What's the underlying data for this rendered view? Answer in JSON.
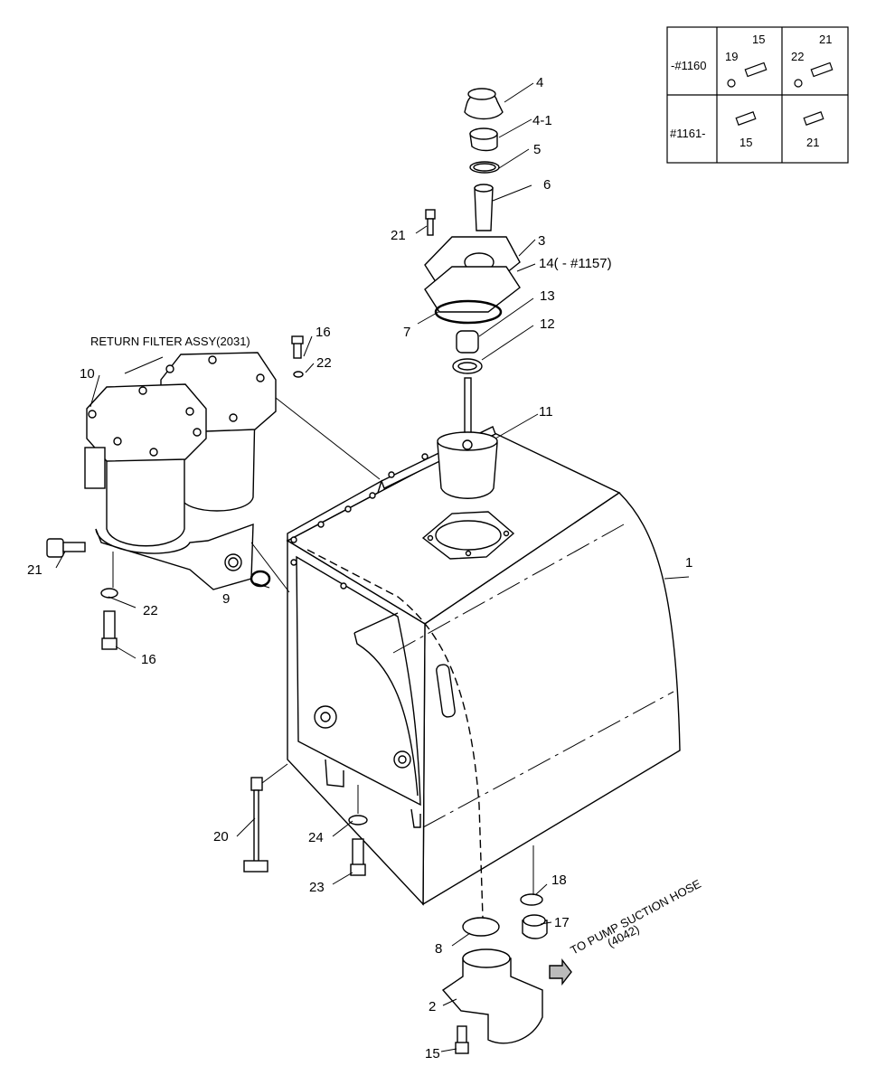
{
  "title": "RETURN FILTER ASSY(2031)",
  "side_note": {
    "line1": "TO PUMP SUCTION HOSE",
    "line2": "(4042)"
  },
  "table": {
    "row1_serial": "-#1160",
    "row2_serial": "#1161-",
    "row1_cell1": [
      "19",
      "15"
    ],
    "row1_cell2": [
      "22",
      "21"
    ],
    "row2_cell1": "15",
    "row2_cell2": "21"
  },
  "callouts": {
    "c1": "1",
    "c2": "2",
    "c3": "3",
    "c4": "4",
    "c4_1": "4-1",
    "c5": "5",
    "c6": "6",
    "c7": "7",
    "c8": "8",
    "c9": "9",
    "c10": "10",
    "c11": "11",
    "c12": "12",
    "c13": "13",
    "c14": "14( - #1157)",
    "c15a": "15",
    "c16a": "16",
    "c16b": "16",
    "c17": "17",
    "c18": "18",
    "c20": "20",
    "c21a": "21",
    "c21b": "21",
    "c22a": "22",
    "c22b": "22",
    "c23": "23",
    "c24": "24"
  }
}
